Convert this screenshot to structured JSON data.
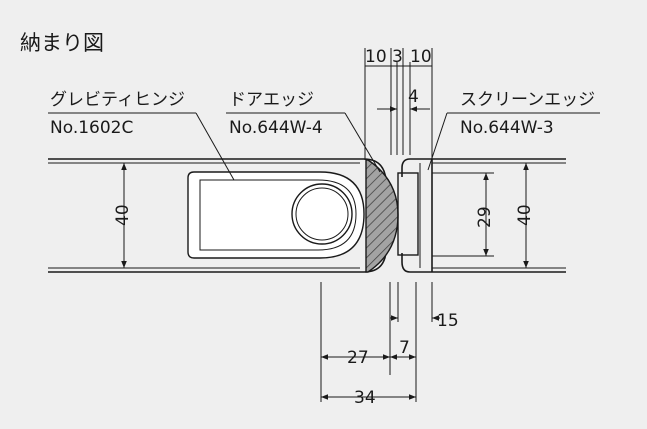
{
  "title": "納まり図",
  "labels": {
    "hinge_name": "グレビティヒンジ",
    "hinge_model": "No.1602C",
    "door_edge_name": "ドアエッジ",
    "door_edge_model": "No.644W-4",
    "screen_edge_name": "スクリーンエッジ",
    "screen_edge_model": "No.644W-3"
  },
  "dimensions": {
    "top_left": "10",
    "top_mid": "3",
    "top_right": "10",
    "top_gap": "4",
    "left_height": "40",
    "right_height": "40",
    "inner_height": "29",
    "bottom_15": "15",
    "bottom_7": "7",
    "bottom_27": "27",
    "bottom_34": "34"
  },
  "colors": {
    "background": "#efefef",
    "line": "#1a1a1a",
    "hatch_fill": "#a0a0a0",
    "part_fill": "#ffffff"
  }
}
